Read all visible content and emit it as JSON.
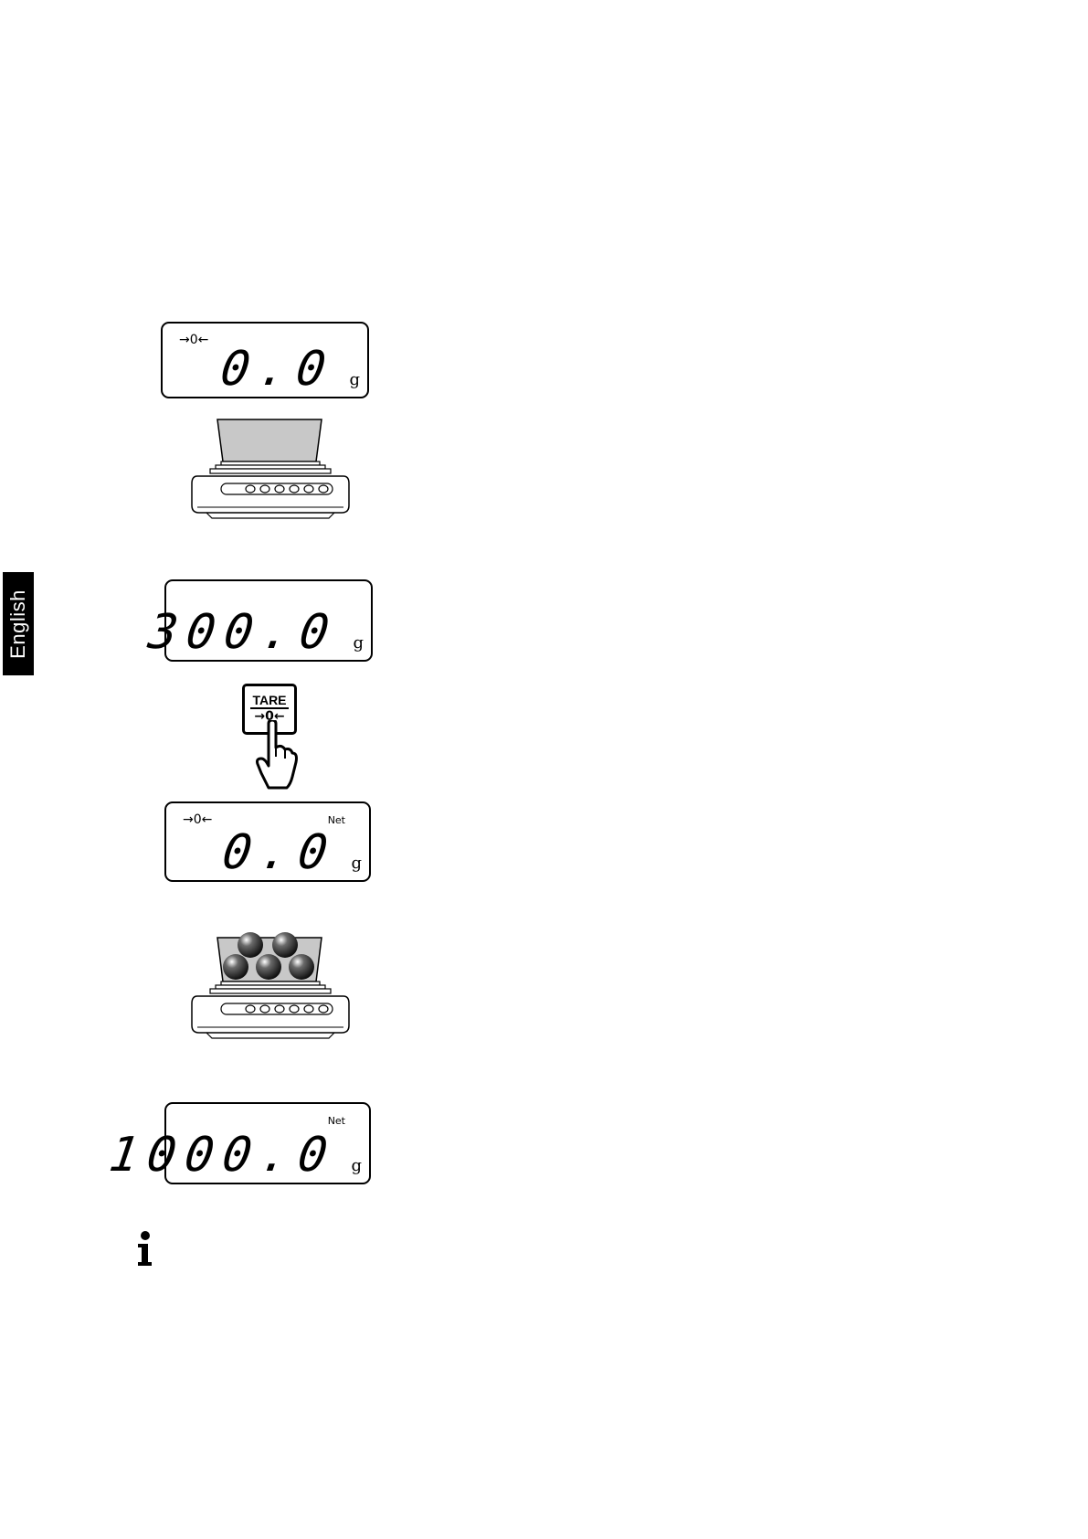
{
  "sidebar": {
    "language_tab": "English"
  },
  "displays": [
    {
      "zero_indicator": "→0←",
      "net_indicator": "",
      "reading": "0.0",
      "unit": "g"
    },
    {
      "zero_indicator": "",
      "net_indicator": "",
      "reading": "300.0",
      "unit": "g"
    },
    {
      "zero_indicator": "→0←",
      "net_indicator": "Net",
      "reading": "0.0",
      "unit": "g"
    },
    {
      "zero_indicator": "",
      "net_indicator": "Net",
      "reading": "1000.0",
      "unit": "g"
    }
  ],
  "tare_key": {
    "label": "TARE",
    "zero_label": "→0←"
  },
  "icons": {
    "info": "info-icon",
    "hand": "pointing-hand-icon",
    "balance": "balance-icon"
  }
}
